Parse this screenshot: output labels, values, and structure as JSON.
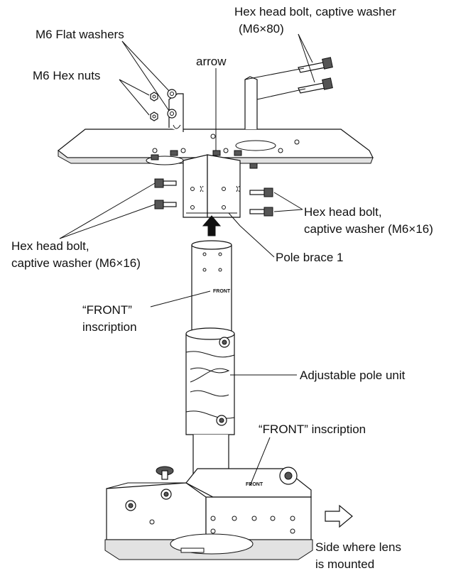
{
  "labels": {
    "hex_bolt_long": "Hex head bolt, captive washer",
    "hex_bolt_long_size": "(M6×80)",
    "flat_washers": "M6 Flat washers",
    "arrow": "arrow",
    "hex_nuts": "M6 Hex nuts",
    "hex_bolt_right_1": "Hex head bolt,",
    "hex_bolt_right_2": "captive washer (M6×16)",
    "hex_bolt_left_1": "Hex head bolt,",
    "hex_bolt_left_2": "captive washer (M6×16)",
    "pole_brace": "Pole brace 1",
    "front_inscription_1": "“FRONT”",
    "front_inscription_2": "inscription",
    "adjustable_pole": "Adjustable pole unit",
    "front_inscription_lower": "“FRONT” inscription",
    "lens_side_1": "Side where lens",
    "lens_side_2": "is mounted"
  },
  "inscriptions": {
    "pole_front": "FRONT",
    "base_front": "FRONT"
  },
  "colors": {
    "line": "#111111",
    "shade": "#e2e2e2",
    "background": "#ffffff"
  }
}
